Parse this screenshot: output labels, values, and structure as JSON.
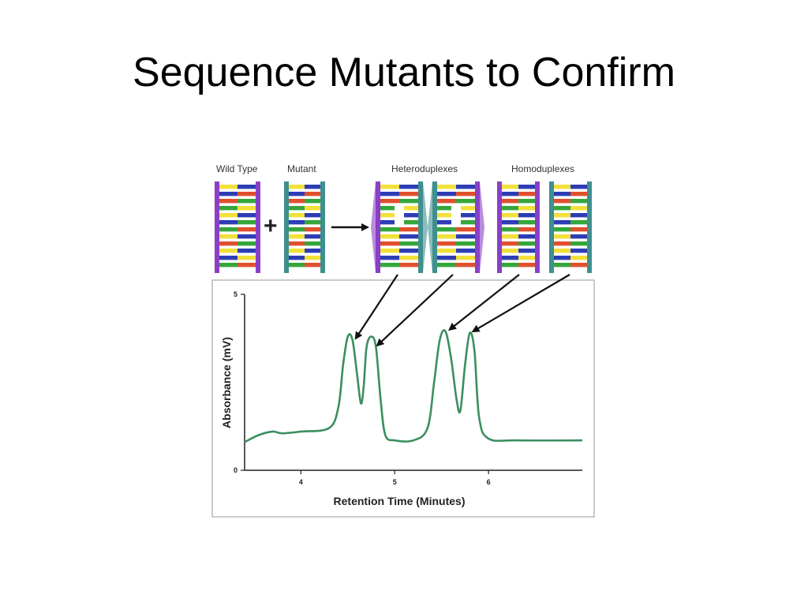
{
  "slide": {
    "title": "Sequence Mutants to Confirm"
  },
  "diagram": {
    "labels": {
      "wild_type": "Wild Type",
      "mutant": "Mutant",
      "heteroduplexes": "Heteroduplexes",
      "homoduplexes": "Homoduplexes"
    },
    "operators": {
      "plus": "+"
    },
    "colors": {
      "purple_strand": "#8a3fc6",
      "teal_strand": "#3f8f8f",
      "base_yellow": "#f2e03a",
      "base_blue": "#2d3db5",
      "base_green": "#35a63b",
      "base_red": "#e0502d",
      "trace": "#3b8f5e"
    }
  },
  "chart_data": {
    "type": "line",
    "xlabel": "Retention Time (Minutes)",
    "ylabel": "Absorbance (mV)",
    "xlim": [
      3.4,
      7.0
    ],
    "ylim": [
      0,
      5
    ],
    "x_ticks": [
      4,
      5,
      6
    ],
    "y_ticks": [
      0,
      5
    ],
    "grid": false,
    "series": [
      {
        "x": [
          3.4,
          3.55,
          3.7,
          3.8,
          4.0,
          4.3,
          4.4,
          4.45,
          4.5,
          4.55,
          4.6,
          4.64,
          4.67,
          4.7,
          4.75,
          4.8,
          4.85,
          4.9,
          5.0,
          5.2,
          5.35,
          5.42,
          5.48,
          5.54,
          5.6,
          5.66,
          5.7,
          5.75,
          5.8,
          5.85,
          5.9,
          6.0,
          6.3,
          7.0
        ],
        "y": [
          0.8,
          1.0,
          1.1,
          1.05,
          1.1,
          1.2,
          1.8,
          3.0,
          3.8,
          3.7,
          2.7,
          1.9,
          2.4,
          3.5,
          3.8,
          3.5,
          2.0,
          1.0,
          0.85,
          0.85,
          1.2,
          2.5,
          3.7,
          3.95,
          3.2,
          2.0,
          1.7,
          3.0,
          3.9,
          3.4,
          1.5,
          0.9,
          0.85,
          0.85
        ]
      }
    ],
    "arrows": [
      {
        "from": "heteroduplex-1",
        "to_peak_x": 4.55
      },
      {
        "from": "heteroduplex-2",
        "to_peak_x": 4.78
      },
      {
        "from": "homoduplex-1",
        "to_peak_x": 5.55
      },
      {
        "from": "homoduplex-2",
        "to_peak_x": 5.8
      }
    ]
  }
}
